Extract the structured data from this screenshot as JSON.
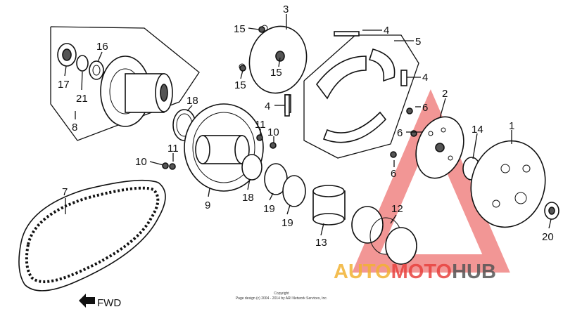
{
  "diagram": {
    "labels": [
      {
        "id": "3",
        "text": "3"
      },
      {
        "id": "15a",
        "text": "15"
      },
      {
        "id": "15b",
        "text": "15"
      },
      {
        "id": "15c",
        "text": "15"
      },
      {
        "id": "4a",
        "text": "4"
      },
      {
        "id": "5",
        "text": "5"
      },
      {
        "id": "4b",
        "text": "4"
      },
      {
        "id": "4c",
        "text": "4"
      },
      {
        "id": "16",
        "text": "16"
      },
      {
        "id": "17",
        "text": "17"
      },
      {
        "id": "21",
        "text": "21"
      },
      {
        "id": "8",
        "text": "8"
      },
      {
        "id": "18a",
        "text": "18"
      },
      {
        "id": "11a",
        "text": "11"
      },
      {
        "id": "10a",
        "text": "10"
      },
      {
        "id": "2",
        "text": "2"
      },
      {
        "id": "6a",
        "text": "6"
      },
      {
        "id": "6b",
        "text": "6"
      },
      {
        "id": "6c",
        "text": "6"
      },
      {
        "id": "14",
        "text": "14"
      },
      {
        "id": "1",
        "text": "1"
      },
      {
        "id": "10b",
        "text": "10"
      },
      {
        "id": "11b",
        "text": "11"
      },
      {
        "id": "7",
        "text": "7"
      },
      {
        "id": "9",
        "text": "9"
      },
      {
        "id": "18b",
        "text": "18"
      },
      {
        "id": "19a",
        "text": "19"
      },
      {
        "id": "19b",
        "text": "19"
      },
      {
        "id": "13",
        "text": "13"
      },
      {
        "id": "12",
        "text": "12"
      },
      {
        "id": "20",
        "text": "20"
      }
    ],
    "fwd_label": "FWD",
    "copyright_title": "Copyright",
    "copyright_line": "Page design (c) 2004 - 2014 by ARI Network Services, Inc.",
    "watermark": {
      "part1": "AUTO",
      "part2": "MOTO",
      "part3": "HUB",
      "color1": "#f2b233",
      "color2": "#e8423f",
      "color3": "#555555"
    }
  }
}
